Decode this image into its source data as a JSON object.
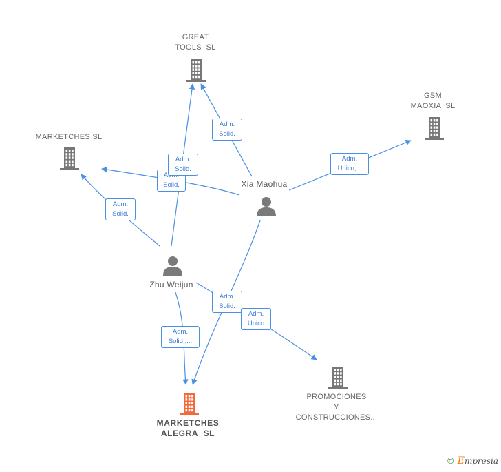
{
  "colors": {
    "edge": "#4a90e2",
    "company": "#777777",
    "main_company": "#f26a3a",
    "person": "#7a7a7a"
  },
  "nodes": {
    "great_tools": {
      "label": "GREAT\nTOOLS  SL",
      "icon": "building-icon"
    },
    "gsm_maoxia": {
      "label": "GSM\nMAOXIA  SL",
      "icon": "building-icon"
    },
    "marketches_sl": {
      "label": "MARKETCHES SL",
      "icon": "building-icon"
    },
    "xia_maohua": {
      "label": "Xia Maohua",
      "icon": "person-icon"
    },
    "zhu_weijun": {
      "label": "Zhu Weijun",
      "icon": "person-icon"
    },
    "marketches_alegra": {
      "label": "MARKETCHES\nALEGRA  SL",
      "icon": "building-icon"
    },
    "promociones": {
      "label": "PROMOCIONES\nY\nCONSTRUCCIONES...",
      "icon": "building-icon"
    }
  },
  "edges": [
    {
      "id": "xia-great",
      "label": "Adm.\nSolid."
    },
    {
      "id": "zhu-great",
      "label": "Adm.\nSolid."
    },
    {
      "id": "xia-marketches",
      "label": "Adm.\nSolid."
    },
    {
      "id": "zhu-marketches",
      "label": "Adm.\nSolid."
    },
    {
      "id": "xia-gsm",
      "label": "Adm.\nUnico,..."
    },
    {
      "id": "xia-alegra",
      "label": "Adm.\nSolid."
    },
    {
      "id": "zhu-alegra",
      "label": "Adm.\nSolid.,..."
    },
    {
      "id": "zhu-promociones",
      "label": "Adm.\nUnico"
    }
  ],
  "footer": {
    "copyright_symbol": "©",
    "brand_initial": "E",
    "brand_rest": "mpresia"
  }
}
